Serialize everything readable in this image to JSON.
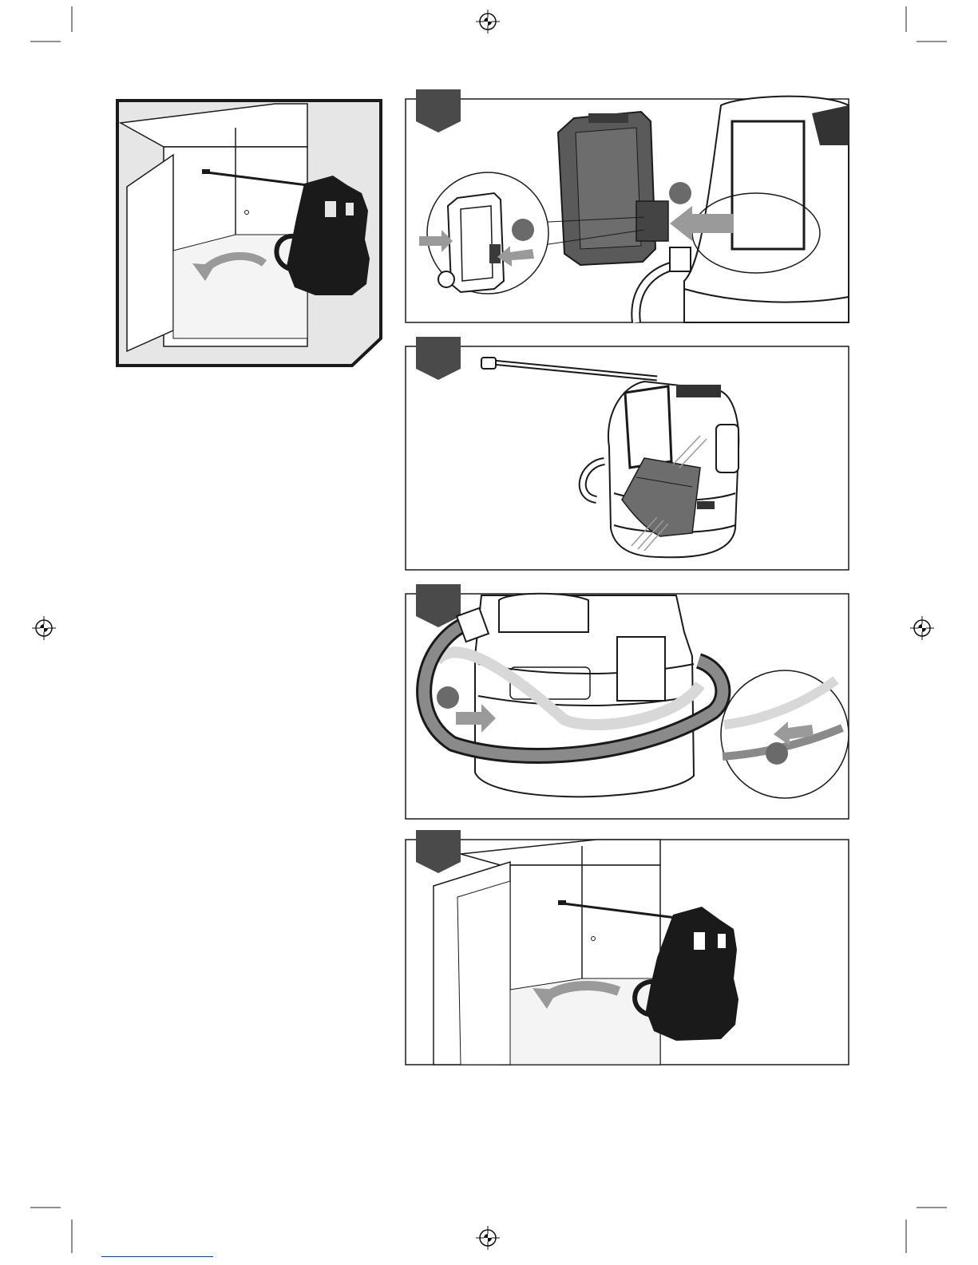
{
  "page": {
    "title": "",
    "description": ""
  },
  "figures": [
    {
      "id": "overview",
      "step_label": ""
    },
    {
      "id": "step-1",
      "step_label": ""
    },
    {
      "id": "step-2",
      "step_label": ""
    },
    {
      "id": "step-3",
      "step_label": ""
    },
    {
      "id": "step-4",
      "step_label": ""
    }
  ],
  "callouts": {
    "step1_a": "",
    "step1_b": "",
    "step3_a": "",
    "step3_b": ""
  },
  "footer": {
    "link_text": ""
  },
  "colors": {
    "ink": "#1a1a1a",
    "frame_gray": "#555555",
    "tab_gray": "#4a4a4a",
    "arrow_gray": "#9a9a9a",
    "panel_fill": "#e6e6e6",
    "link_blue": "#1a3fc8"
  },
  "icons": [
    "registration-mark-icon",
    "crop-mark-icon",
    "curved-arrow-icon",
    "straight-arrow-icon"
  ]
}
